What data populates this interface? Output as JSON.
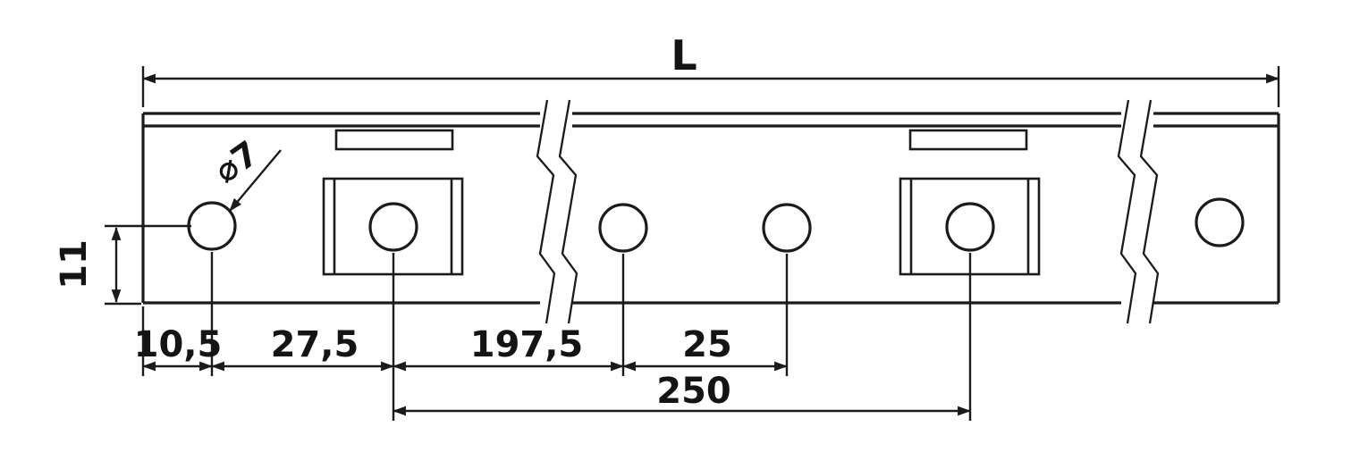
{
  "drawing": {
    "kind": "technical-dimension-drawing",
    "labels": {
      "overall_length": "L",
      "hole_diameter": "⌀7",
      "hole_center_to_bottom_edge": "11",
      "left_edge_to_first_hole": "10,5",
      "first_to_second_hole": "27,5",
      "second_to_third_hole": "197,5",
      "third_to_fourth_hole": "25",
      "slot_to_slot_spacing": "250"
    },
    "colors": {
      "line": "#1b1b1b",
      "text": "#141414",
      "background": "#ffffff"
    }
  }
}
